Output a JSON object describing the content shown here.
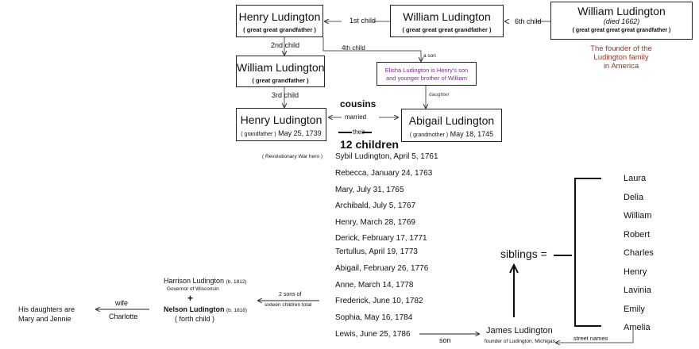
{
  "boxes": {
    "henry_ggg": {
      "name": "Henry Ludington",
      "role": "( great great grandfather )"
    },
    "william_gggg": {
      "name": "William Ludington",
      "role": "( great great great grandfather )"
    },
    "william_founder": {
      "name": "William Ludington",
      "note": "(died 1662)",
      "role": "( great great great great grandfather )"
    },
    "william_gg": {
      "name": "William Ludington",
      "role": "( great grandfather )"
    },
    "elisha": {
      "text1": "Elisha Ludington is Henry's son",
      "text2": "and younger brother of William"
    },
    "henry_g": {
      "name": "Henry Ludington",
      "role": "( grandfather )",
      "date": "May 25, 1739"
    },
    "abigail": {
      "name": "Abigail Ludington",
      "role": "( grandmother )",
      "date": "May 18, 1745"
    }
  },
  "founder_caption": [
    "The founder of the",
    "Ludington family",
    "in America"
  ],
  "labels": {
    "first_child": "1st child",
    "sixth_child": "6th child",
    "second_child": "2nd child",
    "fourth_child": "4th child",
    "a_son": "a son",
    "third_child": "3rd child",
    "daughter": "daughter",
    "cousins": "cousins",
    "married": "married",
    "their": "their",
    "twelve_children": "12 children",
    "rev_hero": "( Revolutionary War hero )",
    "son": "son",
    "street_names": "street names",
    "siblings": "siblings =",
    "two_sons1": "2 sons of",
    "two_sons2": "sixteen children total",
    "wife": "wife",
    "charlotte": "Charlotte"
  },
  "children": [
    "Sybil Ludington,  April 5, 1761",
    "Rebecca, January 24, 1763",
    "Mary, July 31, 1765",
    "Archibald, July 5, 1767",
    "Henry, March 28, 1769",
    "Derick, February 17, 1771",
    "Tertullus, April 19, 1773",
    "Abigail, February 26, 1776",
    "Anne, March 14, 1778",
    "Frederick, June 10, 1782",
    "Sophia, May 16, 1784",
    "Lewis, June 25, 1786"
  ],
  "james": {
    "name": "James Ludington",
    "sub": "founder of Ludington, Michigan"
  },
  "siblings": [
    "Laura",
    "Delia",
    "William",
    "Robert",
    "Charles",
    "Henry",
    "Lavinia",
    "Emily",
    "Amelia"
  ],
  "harrison": {
    "name": "Harrison Ludington",
    "born": "(b. 1812)",
    "title": "Governor of Wisconsin"
  },
  "plus": "+",
  "nelson": {
    "name": "Nelson Ludington",
    "born": "(b. 1818)",
    "note": "( forth child )"
  },
  "daughters": [
    "His daughters are",
    "Mary and Jennie"
  ],
  "colors": {
    "purple": "#7a2a8a",
    "founder": "#8a3a2a"
  }
}
